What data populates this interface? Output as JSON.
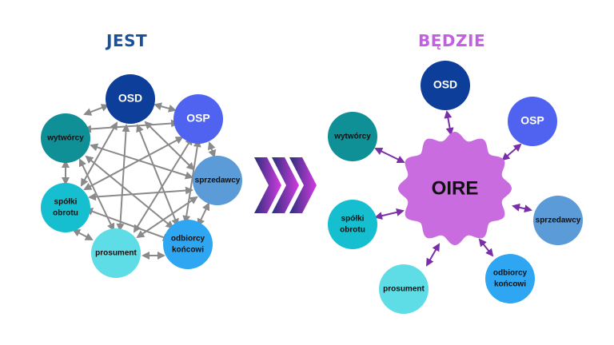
{
  "left_heading": "JEST",
  "right_heading": "BĘDZIE",
  "center_label": "OIRE",
  "nodes": {
    "osd": "OSD",
    "osp": "OSP",
    "wytworcy": "wytwórcy",
    "sprzedawcy": "sprzedawcy",
    "spolki_obrotu_1": "spółki",
    "spolki_obrotu_2": "obrotu",
    "prosument": "prosument",
    "odbiorcy_1": "odbiorcy",
    "odbiorcy_2": "końcowi"
  },
  "colors": {
    "osd": "#0d3f9a",
    "osp": "#4f63f0",
    "wytworcy": "#0f8f96",
    "sprzedawcy": "#5b9bd8",
    "spolki": "#16bfcf",
    "prosument": "#5fdde6",
    "odbiorcy": "#2ea6f2",
    "oire": "#c96ce0",
    "arrow_left": "#8a8a8a",
    "arrow_right": "#7a2fa8"
  }
}
